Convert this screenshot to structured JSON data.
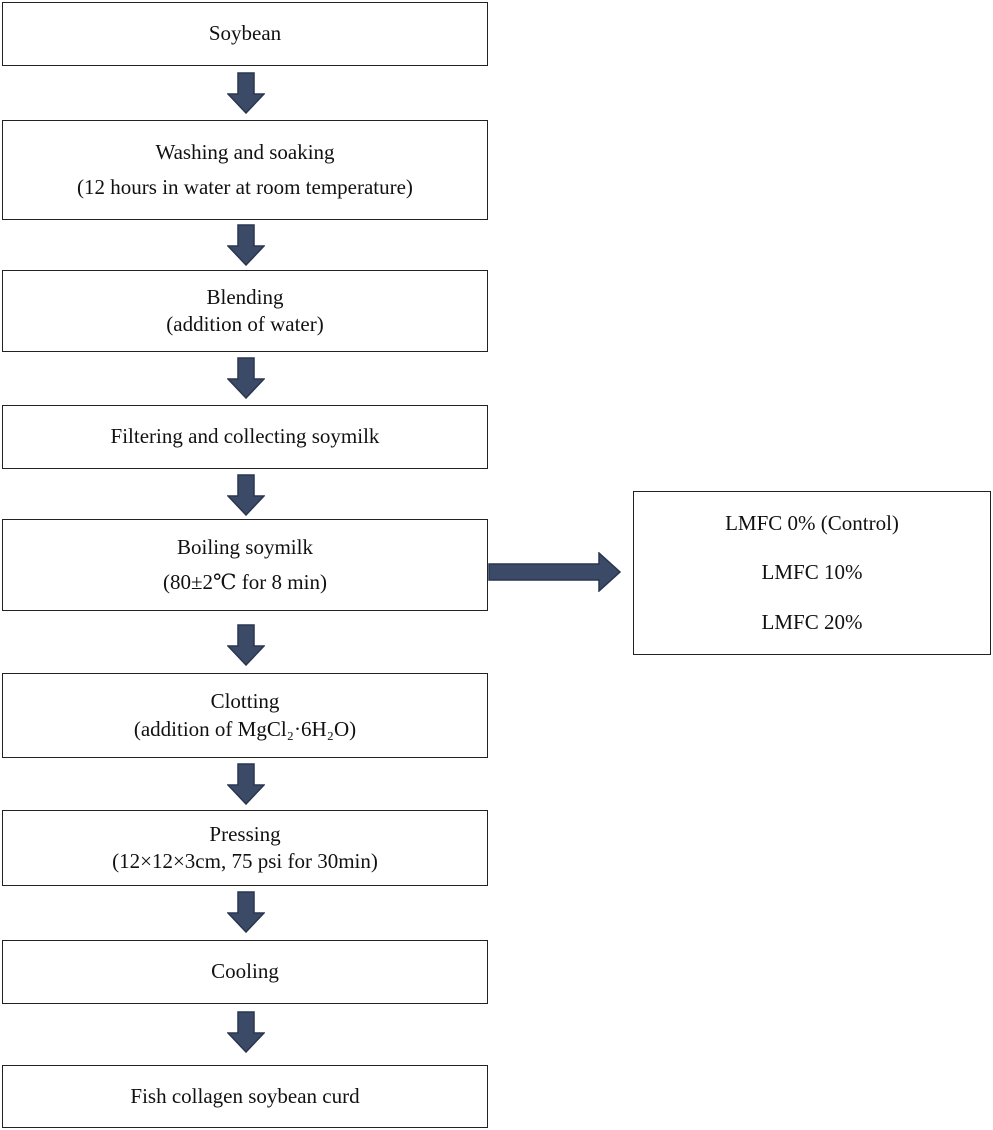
{
  "steps": [
    {
      "name": "soybean",
      "lines": [
        "Soybean"
      ]
    },
    {
      "name": "washing-soaking",
      "lines": [
        "Washing and soaking",
        "(12 hours in water at room temperature)"
      ]
    },
    {
      "name": "blending",
      "lines": [
        "Blending",
        "(addition of water)"
      ]
    },
    {
      "name": "filtering",
      "lines": [
        "Filtering and collecting soymilk"
      ]
    },
    {
      "name": "boiling",
      "lines": [
        "Boiling soymilk",
        "(80±2℃ for 8 min)"
      ]
    },
    {
      "name": "clotting",
      "lines": [
        "Clotting",
        "(addition of MgCl₂·6H₂O)"
      ]
    },
    {
      "name": "pressing",
      "lines": [
        "Pressing",
        "(12×12×3cm, 75 psi for 30min)"
      ]
    },
    {
      "name": "cooling",
      "lines": [
        "Cooling"
      ]
    },
    {
      "name": "final-product",
      "lines": [
        "Fish collagen soybean curd"
      ]
    }
  ],
  "treatments": {
    "lines": [
      "LMFC 0% (Control)",
      "LMFC 10%",
      "LMFC 20%"
    ]
  },
  "colors": {
    "arrow_fill": "#3b4a66",
    "arrow_stroke": "#2a3550",
    "border": "#222222"
  }
}
